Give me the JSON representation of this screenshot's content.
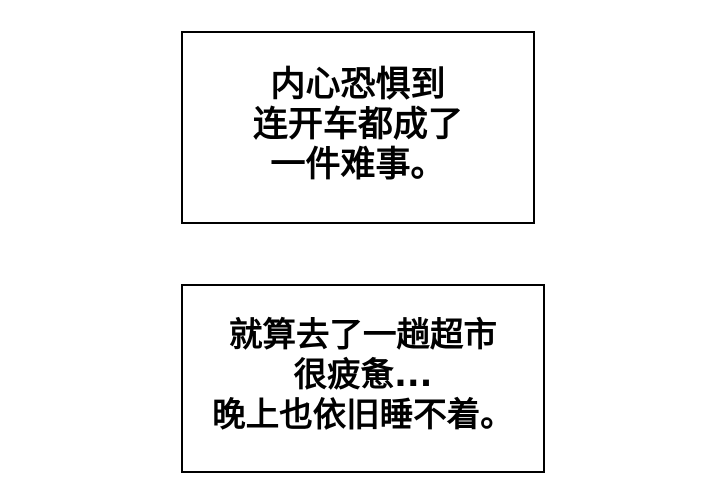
{
  "page": {
    "kind": "comic-panel",
    "background_color": "#ffffff",
    "border_color": "#000000",
    "text_color": "#000000"
  },
  "speech_boxes": [
    {
      "name": "narration-box-1",
      "lines": [
        "内心恐惧到",
        "连开车都成了",
        "一件难事。"
      ]
    },
    {
      "name": "narration-box-2",
      "lines": [
        "就算去了一趟超市",
        "很疲惫...",
        "晚上也依旧睡不着。"
      ]
    }
  ]
}
